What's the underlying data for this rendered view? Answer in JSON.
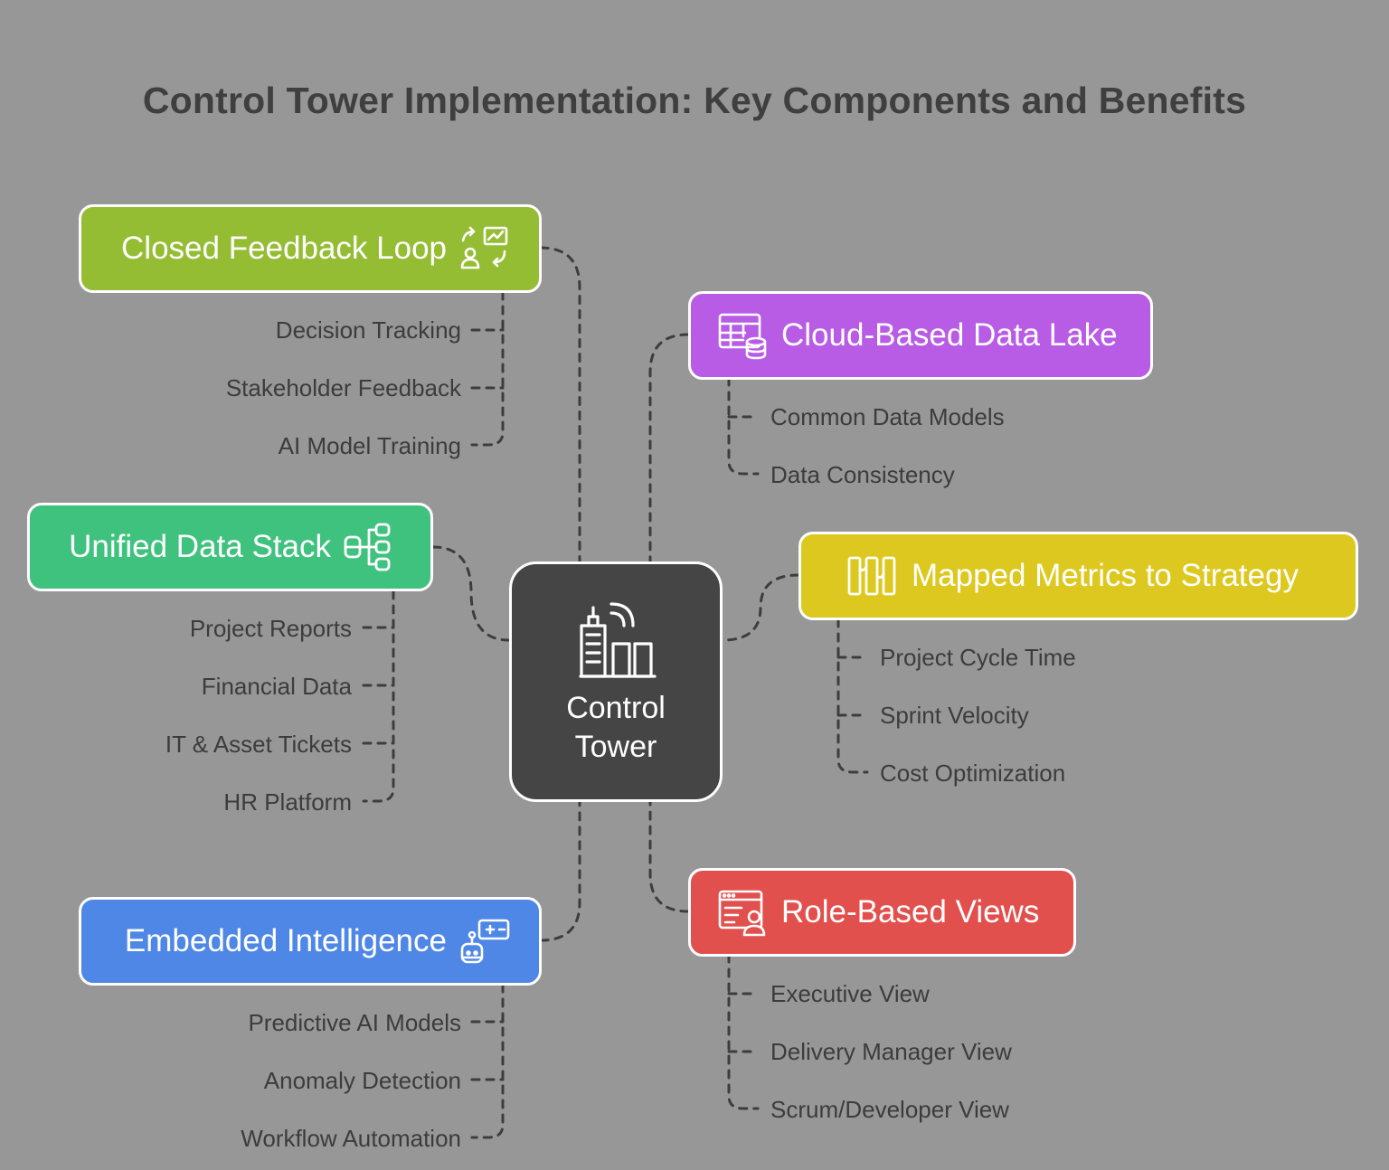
{
  "title": "Control Tower Implementation: Key Components and Benefits",
  "hub": {
    "label": "Control Tower",
    "icon": "building-signal-icon"
  },
  "colors": {
    "background": "#979797",
    "hub": "#454545",
    "closed_feedback_loop": "#95bd34",
    "unified_data_stack": "#40c27f",
    "embedded_intelligence": "#4f87e6",
    "cloud_based_data_lake": "#b85ce5",
    "mapped_metrics": "#dcc81e",
    "role_based_views": "#e2504e",
    "connector": "#3d3d3d"
  },
  "components": [
    {
      "id": "closed-feedback-loop",
      "label": "Closed Feedback Loop",
      "icon": "feedback-loop-icon",
      "items": [
        "Decision Tracking",
        "Stakeholder Feedback",
        "AI Model Training"
      ]
    },
    {
      "id": "unified-data-stack",
      "label": "Unified Data Stack",
      "icon": "data-stack-icon",
      "items": [
        "Project Reports",
        "Financial Data",
        "IT & Asset Tickets",
        "HR Platform"
      ]
    },
    {
      "id": "embedded-intelligence",
      "label": "Embedded Intelligence",
      "icon": "ai-robot-icon",
      "items": [
        "Predictive AI Models",
        "Anomaly Detection",
        "Workflow Automation"
      ]
    },
    {
      "id": "cloud-based-data-lake",
      "label": "Cloud-Based Data Lake",
      "icon": "database-table-icon",
      "items": [
        "Common Data Models",
        "Data Consistency"
      ]
    },
    {
      "id": "mapped-metrics-to-strategy",
      "label": "Mapped Metrics to Strategy",
      "icon": "metrics-columns-icon",
      "items": [
        "Project Cycle Time",
        "Sprint Velocity",
        "Cost Optimization"
      ]
    },
    {
      "id": "role-based-views",
      "label": "Role-Based Views",
      "icon": "user-dashboard-icon",
      "items": [
        "Executive View",
        "Delivery Manager View",
        "Scrum/Developer View"
      ]
    }
  ]
}
